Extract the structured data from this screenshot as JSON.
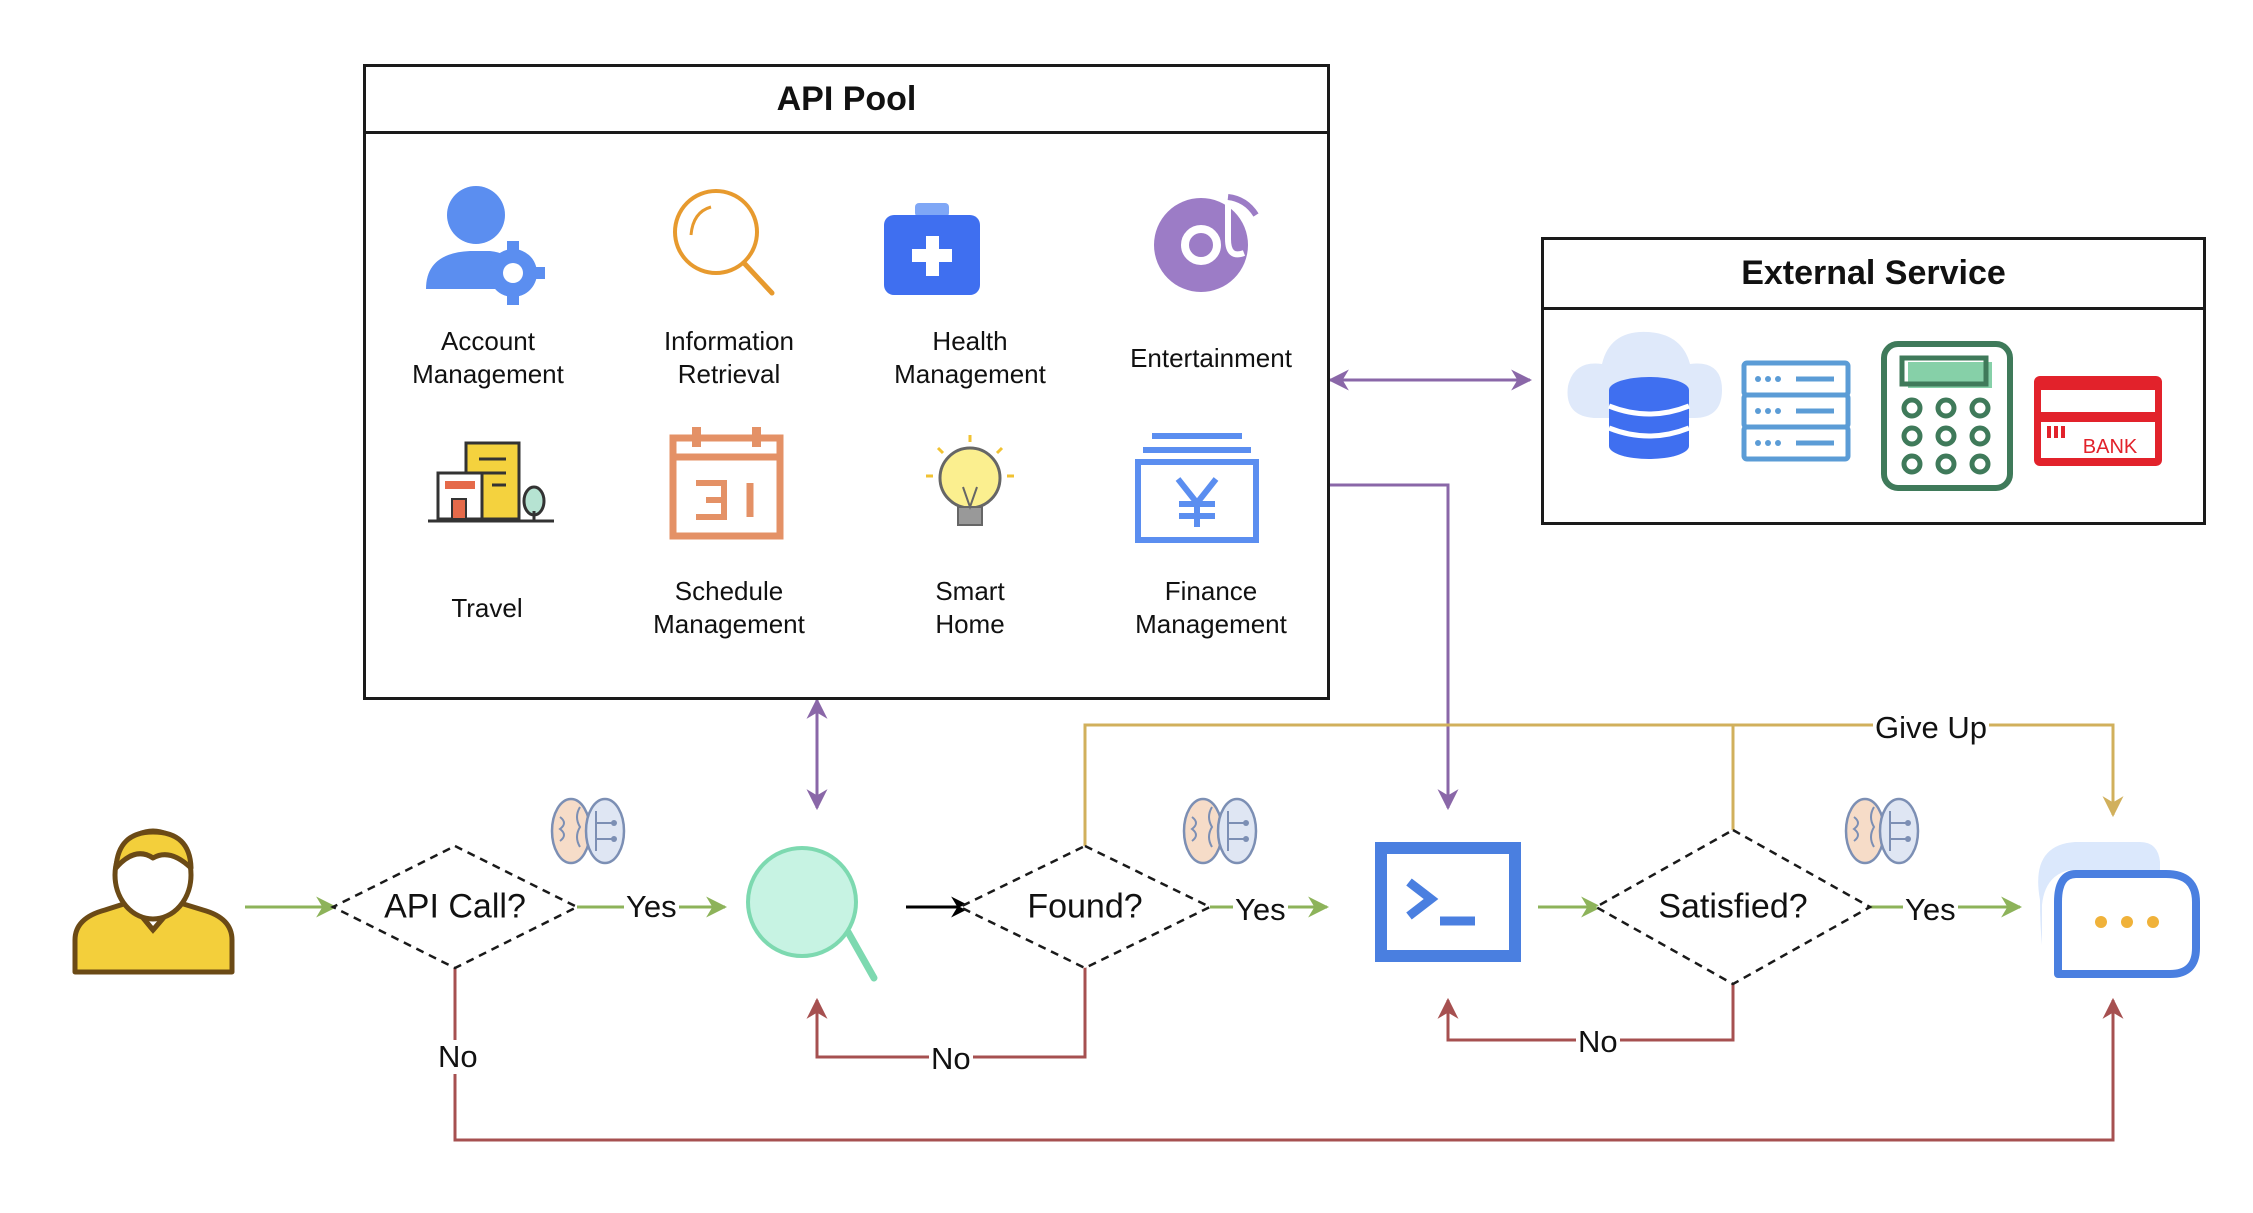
{
  "api_pool": {
    "title": "API Pool",
    "items": [
      {
        "label": "Account\nManagement",
        "icon": "account-management-icon"
      },
      {
        "label": "Information\nRetrieval",
        "icon": "search-icon"
      },
      {
        "label": "Health\nManagement",
        "icon": "first-aid-kit-icon"
      },
      {
        "label": "Entertainment",
        "icon": "music-disc-icon"
      },
      {
        "label": "Travel",
        "icon": "buildings-icon"
      },
      {
        "label": "Schedule\nManagement",
        "icon": "calendar-icon"
      },
      {
        "label": "Smart\nHome",
        "icon": "light-bulb-icon"
      },
      {
        "label": "Finance\nManagement",
        "icon": "yen-finance-icon"
      }
    ]
  },
  "external_service": {
    "title": "External Service",
    "icons": [
      "cloud-database-icon",
      "server-icon",
      "calculator-icon",
      "bank-card-icon"
    ],
    "bank_text": "BANK"
  },
  "flow": {
    "decisions": {
      "api_call": "API Call?",
      "found": "Found?",
      "satisfied": "Satisfied?"
    },
    "labels": {
      "yes_1": "Yes",
      "yes_2": "Yes",
      "yes_3": "Yes",
      "no_api_call": "No",
      "no_found": "No",
      "no_satisfied": "No",
      "give_up": "Give Up"
    }
  },
  "colors": {
    "flow_yes": "#8db35a",
    "flow_no": "#a65050",
    "api_link": "#8a67a8",
    "give_up": "#d1b05c",
    "search_tool": "#7dd9b0",
    "terminal": "#4a7fe0",
    "user": "#f3cf3b"
  }
}
